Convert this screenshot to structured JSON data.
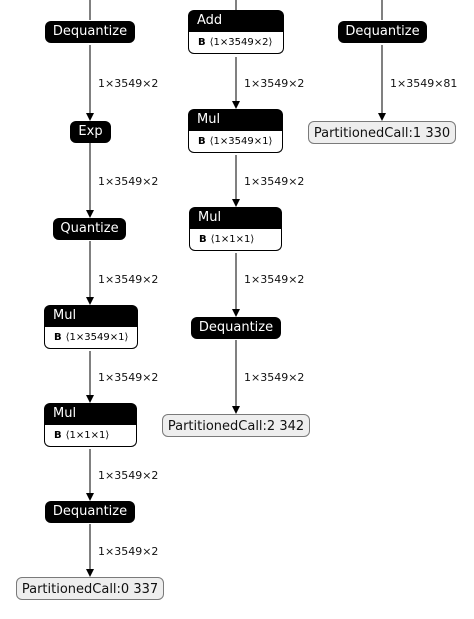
{
  "col1": {
    "dequantize1": "Dequantize",
    "edge1": "1×3549×2",
    "exp": "Exp",
    "edge2": "1×3549×2",
    "quantize": "Quantize",
    "edge3": "1×3549×2",
    "mul1": {
      "title": "Mul",
      "param": "B",
      "shape": "⟨1×3549×1⟩"
    },
    "edge4": "1×3549×2",
    "mul2": {
      "title": "Mul",
      "param": "B",
      "shape": "⟨1×1×1⟩"
    },
    "edge5": "1×3549×2",
    "dequantize2": "Dequantize",
    "edge6": "1×3549×2",
    "output": "PartitionedCall:0 337"
  },
  "col2": {
    "add": {
      "title": "Add",
      "param": "B",
      "shape": "⟨1×3549×2⟩"
    },
    "edge1": "1×3549×2",
    "mul1": {
      "title": "Mul",
      "param": "B",
      "shape": "⟨1×3549×1⟩"
    },
    "edge2": "1×3549×2",
    "mul2": {
      "title": "Mul",
      "param": "B",
      "shape": "⟨1×1×1⟩"
    },
    "edge3": "1×3549×2",
    "dequantize": "Dequantize",
    "edge4": "1×3549×2",
    "output": "PartitionedCall:2 342"
  },
  "col3": {
    "dequantize": "Dequantize",
    "edge1": "1×3549×81",
    "output": "PartitionedCall:1 330"
  }
}
